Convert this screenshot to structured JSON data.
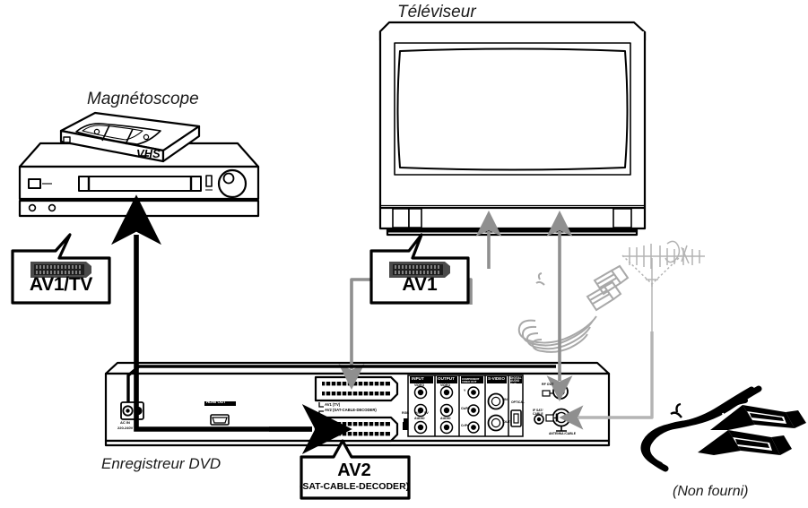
{
  "diagram": {
    "title_devices": {
      "tv": "Téléviseur",
      "vcr": "Magnétoscope",
      "dvd_recorder": "Enregistreur DVD"
    },
    "notes": {
      "not_supplied": "(Non fourni)"
    },
    "callouts": [
      {
        "id": "av1tv",
        "label": "AV1/TV",
        "icon": "scart-connector-icon"
      },
      {
        "id": "av1",
        "label": "AV1",
        "icon": "scart-connector-icon"
      },
      {
        "id": "av2",
        "label": "AV2",
        "sublabel": "(SAT-CABLE-DECODER)"
      }
    ],
    "vcr": {
      "cassette_label": "VHS"
    },
    "rear_panel": {
      "scart_labels": {
        "top": "AV1 (TV)",
        "bottom": "AV2 (SAT-CABLE-DECODER)"
      },
      "power": {
        "name": "AC IN",
        "rating": "220-240V"
      },
      "hdmi_label": "HDMI OUT",
      "jack_groups": [
        {
          "name": "INPUT",
          "rows": [
            "VIDEO",
            "AUDIO",
            "L",
            "R"
          ]
        },
        {
          "name": "OUTPUT",
          "rows": [
            "VIDEO",
            "AUDIO",
            "L",
            "R"
          ]
        },
        {
          "name": "COMPONENT VIDEO OUT",
          "rows": [
            "Y",
            "Cb/Pb",
            "Cr/Pr"
          ]
        },
        {
          "name": "S-VIDEO",
          "rows": [
            "IN",
            "OUT"
          ]
        },
        {
          "name": "DIGITAL AUDIO OUT",
          "rows": [
            "OPTICAL"
          ]
        }
      ],
      "switch_label": {
        "name": "RGB / Y/C / SV",
        "positions": [
          "RGB",
          "Y/C",
          "SV"
        ]
      },
      "rf_out_label": "RF OUT",
      "sat_cable_label": "IF SAT/ CABLE",
      "antenna_label": "ANTENNA /CABLE"
    },
    "colors": {
      "ink": "#000000",
      "grey_arrow": "#8f8f8f",
      "grey_light": "#b8b8b8",
      "grey_cable": "#9a9a9a",
      "panel_fill": "#ffffff",
      "connector_dark": "#3a3a3a",
      "background": "#ffffff"
    }
  }
}
